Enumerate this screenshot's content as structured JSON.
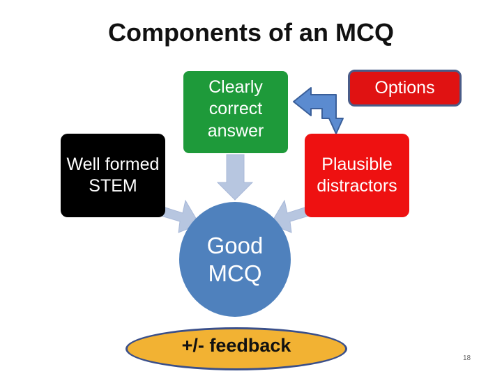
{
  "slide": {
    "title": "Components of an MCQ",
    "page_number": "18"
  },
  "nodes": {
    "stem": "Well formed STEM",
    "correct_answer": "Clearly correct answer",
    "options": "Options",
    "distractors": "Plausible distractors",
    "good_mcq": "Good MCQ",
    "feedback": "+/- feedback"
  },
  "colors": {
    "stem_bg": "#000000",
    "correct_bg": "#1e9a3a",
    "distractors_bg": "#ee1111",
    "options_bg": "#e01212",
    "good_mcq_bg": "#4f81bd",
    "feedback_bg": "#f2b233",
    "arrow_light": "#b7c6e0",
    "arrow_blue": "#4f81bd"
  }
}
